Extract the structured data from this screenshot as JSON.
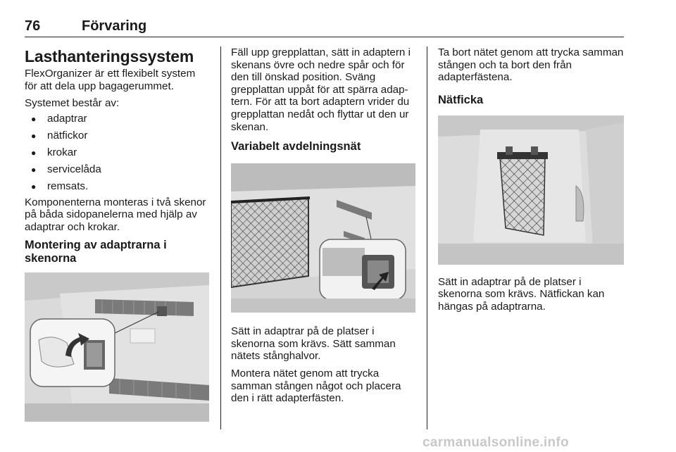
{
  "header": {
    "page_number": "76",
    "section": "Förvaring"
  },
  "col1": {
    "title": "Lasthanteringssystem",
    "intro": "FlexOrganizer är ett flexibelt system för att dela upp bagagerummet.",
    "list_intro": "Systemet består av:",
    "items": [
      "adaptrar",
      "nätfickor",
      "krokar",
      "servicelåda",
      "remsats."
    ],
    "para": "Komponenterna monteras i två skenor på båda sidopanelerna med hjälp av adaptrar och krokar.",
    "subheading": "Montering av adaptrarna i skenorna"
  },
  "col2": {
    "para1": "Fäll upp grepplattan, sätt in adaptern i skenans övre och nedre spår och för den till önskad position. Sväng grepplattan uppåt för att spärra adap-tern. För att ta bort adaptern vrider du grepplattan nedåt och flyttar ut den ur skenan.",
    "subheading": "Variabelt avdelningsnät",
    "para2": "Sätt in adaptrar på de platser i skenorna som krävs. Sätt samman nätets stånghalvor.",
    "para3": "Montera nätet genom att trycka samman stången något och placera den i rätt adapterfästen."
  },
  "col3": {
    "para1": "Ta bort nätet genom att trycka samman stången och ta bort den från adapterfästena.",
    "subheading": "Nätficka",
    "para2": "Sätt in adaptrar på de platser i skenorna som krävs. Nätfickan kan hängas på adaptrarna."
  },
  "watermark": "carmanualsonline.info"
}
